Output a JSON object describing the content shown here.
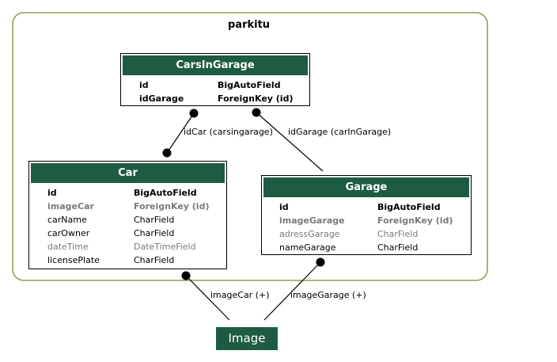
{
  "app_label": "parkitu",
  "colors": {
    "header": "#1d5c43",
    "group_border": "#7a8a2e",
    "muted_text": "#7a7a7a"
  },
  "models": {
    "cars_in_garage": {
      "title": "CarsInGarage",
      "fields": [
        {
          "name": "id",
          "type": "BigAutoField",
          "style": "bold"
        },
        {
          "name": "idGarage",
          "type": "ForeignKey (id)",
          "style": "bold"
        }
      ]
    },
    "car": {
      "title": "Car",
      "fields": [
        {
          "name": "id",
          "type": "BigAutoField",
          "style": "bold"
        },
        {
          "name": "imageCar",
          "type": "ForeignKey (id)",
          "style": "bold-grey"
        },
        {
          "name": "carName",
          "type": "CharField",
          "style": "normal"
        },
        {
          "name": "carOwner",
          "type": "CharField",
          "style": "normal"
        },
        {
          "name": "dateTime",
          "type": "DateTimeField",
          "style": "grey"
        },
        {
          "name": "licensePlate",
          "type": "CharField",
          "style": "normal"
        }
      ]
    },
    "garage": {
      "title": "Garage",
      "fields": [
        {
          "name": "id",
          "type": "BigAutoField",
          "style": "bold"
        },
        {
          "name": "imageGarage",
          "type": "ForeignKey (id)",
          "style": "bold-grey"
        },
        {
          "name": "adressGarage",
          "type": "CharField",
          "style": "grey"
        },
        {
          "name": "nameGarage",
          "type": "CharField",
          "style": "normal"
        }
      ]
    }
  },
  "external_node": {
    "label": "Image"
  },
  "relations": {
    "id_car": "idCar (carsingarage)",
    "id_garage": "idGarage (carInGarage)",
    "image_car": "imageCar (+)",
    "image_garage": "imageGarage (+)"
  }
}
